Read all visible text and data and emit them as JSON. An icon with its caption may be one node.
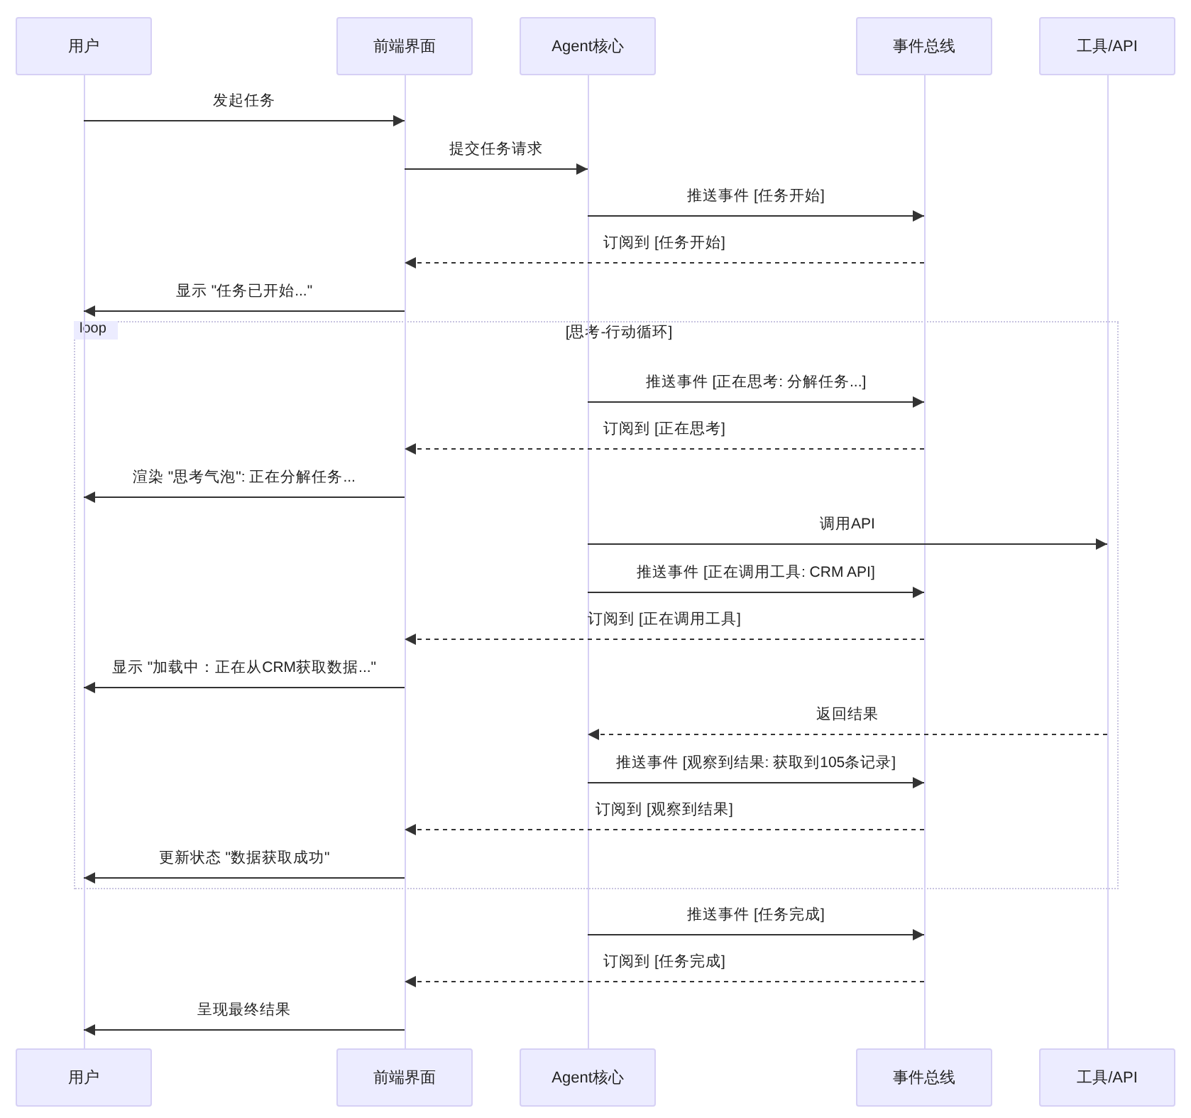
{
  "diagram": {
    "nodes": [
      {
        "text": [
          "用户"
        ]
      },
      {
        "text": [
          "前端界面"
        ]
      },
      {
        "text": [
          "Agent核心"
        ]
      },
      {
        "text": [
          "事件总线"
        ]
      },
      {
        "text": [
          "工具/API"
        ]
      },
      {
        "text": [],
        "shape": "bar"
      },
      {
        "text": [],
        "shape": "bar"
      },
      {
        "text": [],
        "shape": "bar"
      },
      {
        "text": [],
        "shape": "bar"
      },
      {
        "text": [],
        "shape": "bar"
      },
      {
        "text": [
          "用户"
        ]
      },
      {
        "text": [
          "前端界面"
        ]
      },
      {
        "text": [
          "Agent核心"
        ]
      },
      {
        "text": [
          "事件总线"
        ]
      },
      {
        "text": [
          "工具/API"
        ]
      }
    ],
    "edges": [
      {
        "from": 5,
        "to": 6,
        "arrow": "to",
        "label": "发起任务"
      },
      {
        "from": 6,
        "to": 7,
        "arrow": "to",
        "label": "提交任务请求"
      },
      {
        "from": 7,
        "to": 8,
        "arrow": "to",
        "label": "推送事件 [任务开始]"
      },
      {
        "from": 8,
        "to": 6,
        "arrow": "to",
        "style": "dashed",
        "label": "订阅到 [任务开始]"
      },
      {
        "from": 6,
        "to": 5,
        "arrow": "to",
        "label": "显示 \"任务已开始...\""
      },
      {
        "from": 7,
        "to": 8,
        "arrow": "to",
        "label": "推送事件 [正在思考: 分解任务...]"
      },
      {
        "from": 8,
        "to": 6,
        "arrow": "to",
        "style": "dashed",
        "label": "订阅到 [正在思考]"
      },
      {
        "from": 6,
        "to": 5,
        "arrow": "to",
        "label": "渲染 \"思考气泡\": 正在分解任务..."
      },
      {
        "from": 7,
        "to": 9,
        "arrow": "to",
        "label": "调用API"
      },
      {
        "from": 7,
        "to": 8,
        "arrow": "to",
        "label": "推送事件 [正在调用工具: CRM API]"
      },
      {
        "from": 8,
        "to": 6,
        "arrow": "to",
        "style": "dashed",
        "label": "订阅到 [正在调用工具]"
      },
      {
        "from": 6,
        "to": 5,
        "arrow": "to",
        "label": "显示 \"加载中：正在从CRM获取数据...\""
      },
      {
        "from": 9,
        "to": 7,
        "arrow": "to",
        "style": "dashed",
        "label": "返回结果"
      },
      {
        "from": 7,
        "to": 8,
        "arrow": "to",
        "label": "推送事件 [观察到结果: 获取到105条记录]"
      },
      {
        "from": 8,
        "to": 6,
        "arrow": "to",
        "style": "dashed",
        "label": "订阅到 [观察到结果]"
      },
      {
        "from": 6,
        "to": 5,
        "arrow": "to",
        "label": "更新状态 \"数据获取成功\""
      },
      {
        "from": 7,
        "to": 8,
        "arrow": "to",
        "label": "推送事件 [任务完成]"
      },
      {
        "from": 8,
        "to": 6,
        "arrow": "to",
        "style": "dashed",
        "label": "订阅到 [任务完成]"
      },
      {
        "from": 6,
        "to": 5,
        "arrow": "to",
        "label": "呈现最终结果"
      }
    ],
    "labels": [
      "loop",
      "[思考-行动循环]"
    ]
  }
}
